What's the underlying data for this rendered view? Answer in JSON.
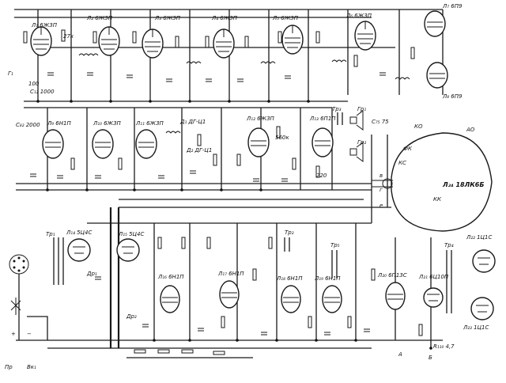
{
  "labels": {
    "l1": "Л₁ 6Ж3П",
    "l2": "Л₂ 6Ж3П",
    "l3": "Л₃ 6Ж3П",
    "l4": "Л₄ 6Ж3П",
    "l5": "Л₅ 6Ж3П",
    "l6": "Л₆ 6Ж3П",
    "l7": "Л₇ 6П9",
    "l8": "Л₈ 6П9",
    "l9": "Л₉ 6Н1П",
    "l10": "Л₁₀ 6Ж3П",
    "l11": "Л₁₁ 6Ж3П",
    "l12": "Л₁₂ 6Ж3П",
    "l13": "Л₁₃ 6П1П",
    "l14": "Л₁₄ 5Ц4С",
    "l15": "Л₁₅ 5Ц4С",
    "l16": "Л₁₆ 6Н1П",
    "l17": "Л₁₇ 6Н1П",
    "l18": "Л₁₈ 6Н1П",
    "l19": "Л₁₉ 6Н1П",
    "l20": "Л₂₀ 6П13С",
    "l21": "Л₂₁ 6Ц10П",
    "l22": "Л₂₂ 1Ц1С",
    "l23": "Л₂₃ 1Ц1С",
    "l24": "Л₂₄ 18ЛК6Б",
    "d1": "Д₁ ДГ-Ц1",
    "d2": "Д₂ ДГ-Ц1",
    "tr1": "Тр₁",
    "tr2": "Тр₂",
    "tr3": "Тр₃",
    "tr4": "Тр₄",
    "tr5": "Тр₅",
    "gr1": "Гр₁",
    "gr2": "Гр₂",
    "dr1": "Др₁",
    "dr2": "Др₂",
    "f1": "Г₁",
    "pr": "Пр",
    "vk1": "Вк₁",
    "fk": "ФК",
    "ko": "КО",
    "kk": "КК",
    "kc": "КС",
    "ao": "АО",
    "out_b": "в",
    "out_g": "г",
    "out_e": "е",
    "plus": "+",
    "minus": "−",
    "r_110": "R₁₁₀ 4,7",
    "c_75": "С₇₅ 75",
    "c_12": "С₁₂ 1000",
    "r_220": "220",
    "r_27k": "27к",
    "c_82": "С₈₂ 2000",
    "r_100": "100",
    "r_560k": "560к",
    "b_label": "Б",
    "a_label": "А"
  }
}
